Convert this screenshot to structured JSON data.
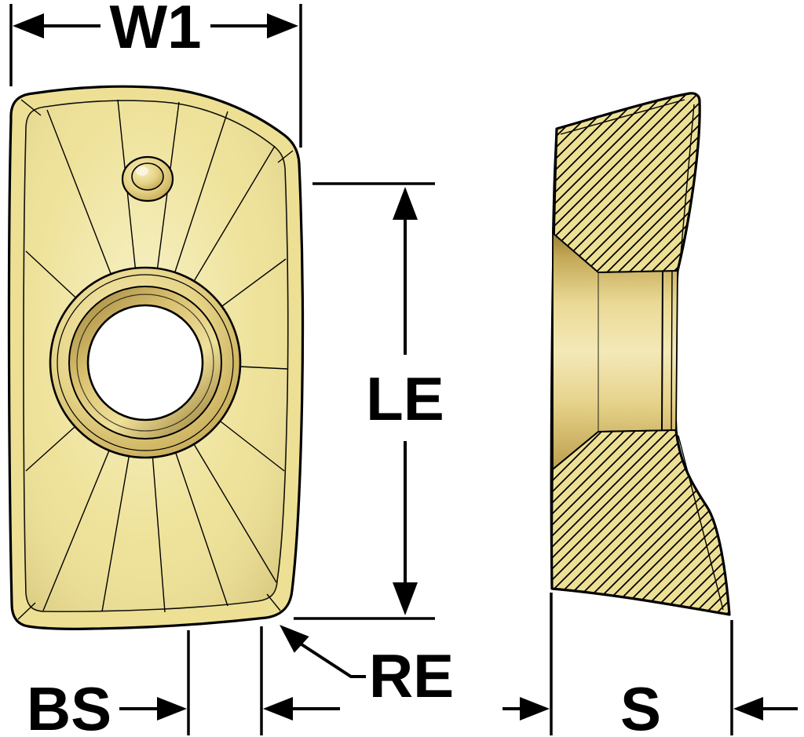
{
  "diagram": {
    "type": "technical-drawing",
    "subject": "Indexable milling insert dimension drawing, front view and side section view",
    "labels": {
      "w1": "W1",
      "le": "LE",
      "bs": "BS",
      "re": "RE",
      "s": "S"
    },
    "colors": {
      "background": "#ffffff",
      "outline": "#000000",
      "insert_gold": "#EDE094",
      "insert_gold_dark": "#C8AB55",
      "insert_gold_light": "#F7F0C2",
      "bore_white": "#ffffff"
    }
  }
}
